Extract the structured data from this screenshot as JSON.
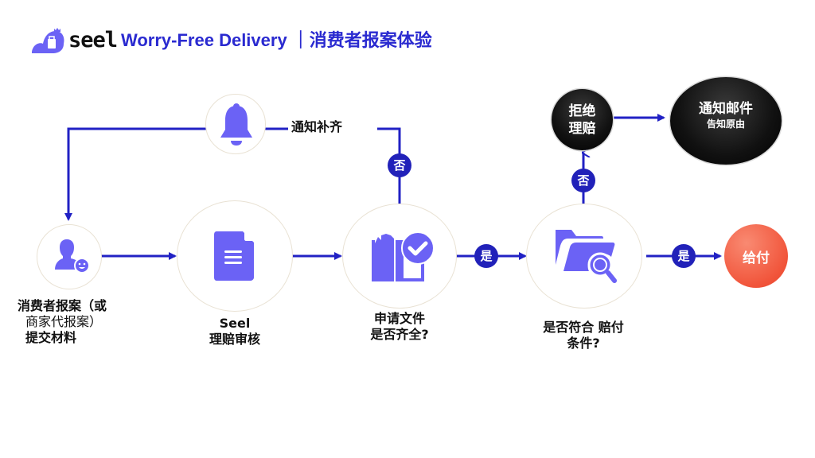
{
  "header": {
    "logo_text": "seel",
    "title": "Worry-Free Delivery ｜消费者报案体验"
  },
  "colors": {
    "flow_line": "#2121c4",
    "icon_fill": "#6b62f5",
    "badge": "#2121b9",
    "payout": "#f1553b",
    "reject": "#111111"
  },
  "nodes": {
    "submit": {
      "icon": "user-smile-icon",
      "label_lines": [
        "消费者报案（或",
        "商家代报案）",
        "提交材料"
      ]
    },
    "review": {
      "icon": "document-icon",
      "label_lines": [
        "Seel",
        "理赔审核"
      ]
    },
    "docs_check": {
      "icon": "documents-check-icon",
      "label_lines": [
        "申请文件",
        "是否齐全?"
      ]
    },
    "eligibility": {
      "icon": "folder-search-icon",
      "label_lines": [
        "是否符合 赔付",
        "条件?"
      ]
    },
    "notify_supplement": {
      "icon": "bell-icon",
      "label": "通知补齐"
    },
    "reject": {
      "label_lines": [
        "拒绝",
        "理赔"
      ]
    },
    "notify_email": {
      "title": "通知邮件",
      "subtitle": "告知原由"
    },
    "payout": {
      "label": "给付"
    }
  },
  "badges": {
    "docs_no": "否",
    "docs_yes": "是",
    "eligible_no": "否",
    "eligible_yes": "是"
  }
}
